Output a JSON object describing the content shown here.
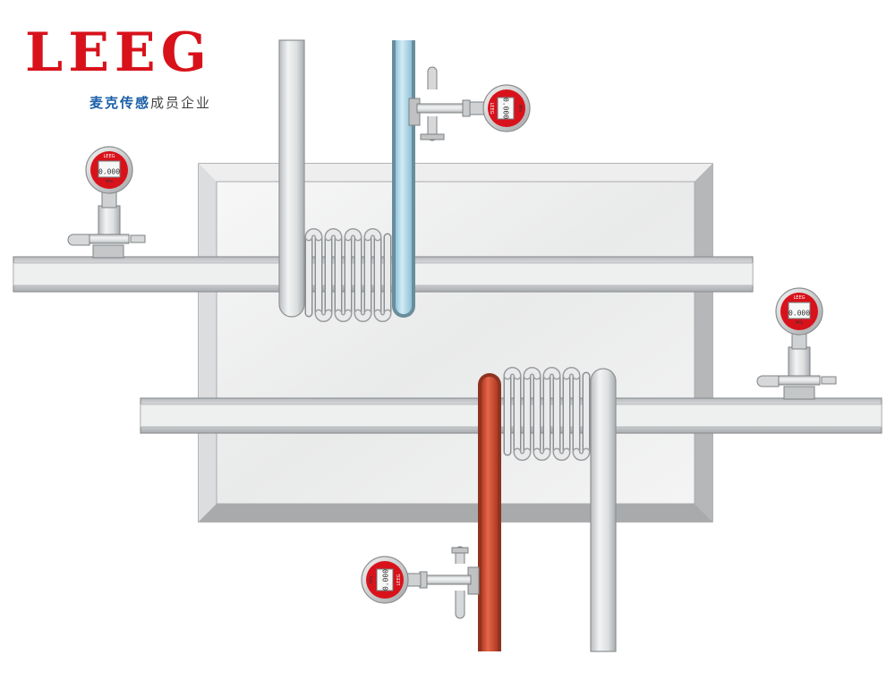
{
  "brand": {
    "logo_text": "LEEG",
    "tagline_primary": "麦克传感",
    "tagline_secondary": "成员企业"
  },
  "gauges": [
    {
      "id": "gauge-top-blue-line",
      "brand": "LEEG",
      "reading": "0.000",
      "unit": "MPa"
    },
    {
      "id": "gauge-left-upper-pipe",
      "brand": "LEEG",
      "reading": "0.000",
      "unit": "MPa"
    },
    {
      "id": "gauge-right-lower-pipe",
      "brand": "LEEG",
      "reading": "0.000",
      "unit": "MPa"
    },
    {
      "id": "gauge-bottom-red-line",
      "brand": "LEEG",
      "reading": "0.000",
      "unit": "MPa"
    }
  ],
  "colors": {
    "brand_red": "#d8121b",
    "cold_pipe": "#b8dcea",
    "hot_pipe": "#d8553a",
    "steel": "#d4d6d8",
    "frame": "#c8c9cb"
  }
}
